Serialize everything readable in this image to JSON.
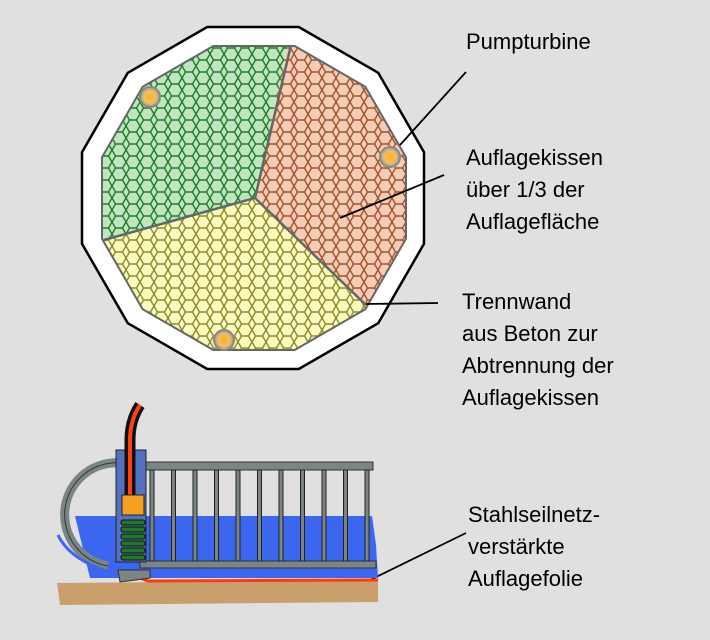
{
  "labels": {
    "pump_turbine": "Pumpturbine",
    "cushion": [
      "Auflagekissen",
      "über 1/3 der",
      "Auflagefläche"
    ],
    "wall": [
      "Trennwand",
      "aus Beton zur",
      "Abtrennung der",
      "Auflagekissen"
    ],
    "foil": [
      "Stahlseilnetz-",
      "verstärkte",
      "Auflagefolie"
    ]
  },
  "colors": {
    "background": "#e0e0e0",
    "sector_green": "#1f7a2a",
    "sector_orange": "#b05a2a",
    "sector_yellow": "#8a8a30",
    "water": "#3a66f0",
    "ground": "#c8a070",
    "foil": "#ff3a10"
  }
}
